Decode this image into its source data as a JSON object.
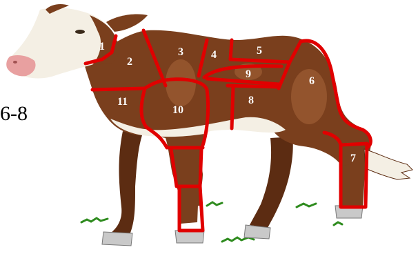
{
  "side_label": "6-8",
  "cuts": [
    {
      "number": "1"
    },
    {
      "number": "2"
    },
    {
      "number": "3"
    },
    {
      "number": "4"
    },
    {
      "number": "5"
    },
    {
      "number": "6"
    },
    {
      "number": "7"
    },
    {
      "number": "8"
    },
    {
      "number": "9"
    },
    {
      "number": "10"
    },
    {
      "number": "11"
    }
  ],
  "colors": {
    "hide": "#7a3f1d",
    "hide_dark": "#5c2c12",
    "hide_light": "#a8663a",
    "face_white": "#f4efe4",
    "muzzle": "#e8a0a0",
    "cut_lines": "#e00000",
    "grass": "#2e8b1e",
    "hoof": "#c9c9c9"
  }
}
